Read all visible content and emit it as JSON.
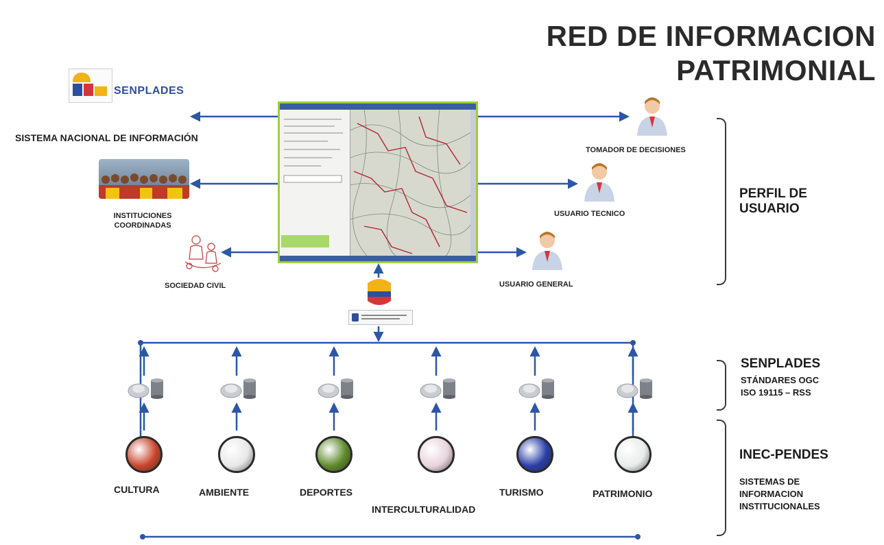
{
  "title": {
    "line1": "RED DE INFORMACION",
    "line2": "PATRIMONIAL"
  },
  "left_entities": {
    "senplades_logo_text": "SENPLADES",
    "sistema_label": "SISTEMA NACIONAL DE INFORMACIÓN",
    "instituciones_label_1": "INSTITUCIONES",
    "instituciones_label_2": "COORDINADAS",
    "sociedad_label": "SOCIEDAD CIVIL"
  },
  "users": {
    "tomador": "TOMADOR DE DECISIONES",
    "tecnico": "USUARIO TECNICO",
    "general": "USUARIO GENERAL"
  },
  "side_labels": {
    "perfil_1": "PERFIL DE",
    "perfil_2": "USUARIO",
    "senplades": "SENPLADES",
    "standards_1": "STÁNDARES OGC",
    "standards_2": "ISO 19115 – RSS",
    "inec": "INEC-PENDES",
    "sistemas_1": "SISTEMAS DE",
    "sistemas_2": "INFORMACION",
    "sistemas_3": "INSTITUCIONALES"
  },
  "nodes": [
    {
      "label": "CULTURA",
      "color": "#c9462d"
    },
    {
      "label": "AMBIENTE",
      "color": "#e8e8e8"
    },
    {
      "label": "DEPORTES",
      "color": "#5f8a2c"
    },
    {
      "label": "INTERCULTURALIDAD",
      "color": "#e9d3dc"
    },
    {
      "label": "TURISMO",
      "color": "#2a3fa8"
    },
    {
      "label": "PATRIMONIO",
      "color": "#e8ecea"
    }
  ],
  "colors": {
    "arrow": "#2c56a6",
    "frame": "#9ccf3a"
  }
}
